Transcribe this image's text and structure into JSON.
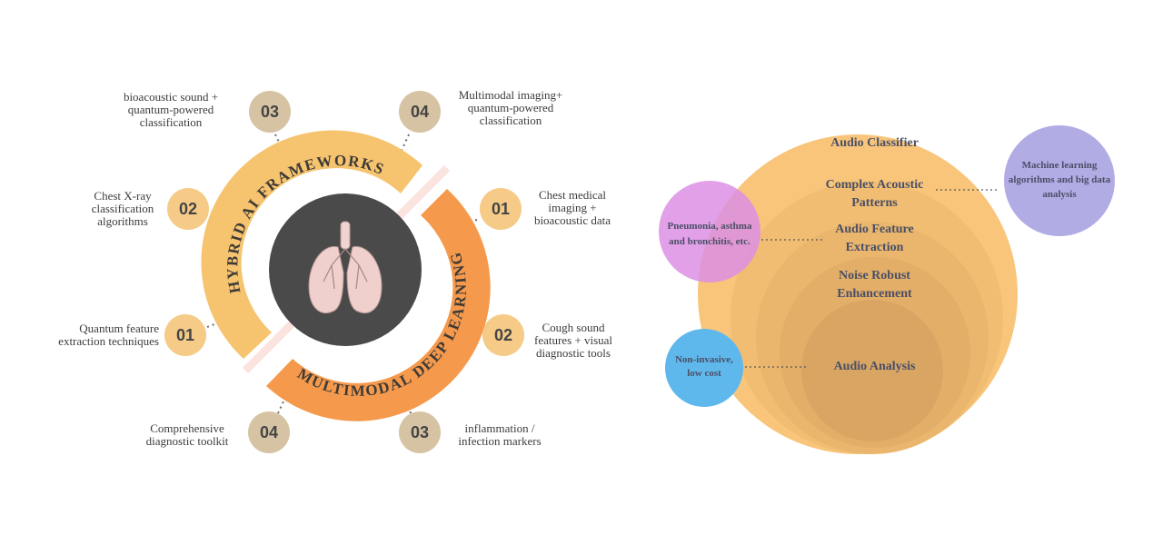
{
  "left_panel": {
    "ring_top_text": "HYBRID AI FRAMEWORKS",
    "ring_bottom_text": "MULTIMODAL DEEP LEARNING",
    "center_icon": "lungs-icon",
    "hybrid_items": [
      {
        "num": "01",
        "text": "Quantum feature\nextraction techniques"
      },
      {
        "num": "02",
        "text": "Chest X-ray\nclassification\nalgorithms"
      },
      {
        "num": "03",
        "text": "bioacoustic sound +\nquantum-powered\nclassification"
      },
      {
        "num": "04",
        "text": "Comprehensive\ndiagnostic toolkit"
      }
    ],
    "multimodal_items": [
      {
        "num": "01",
        "text": "Chest medical\nimaging +\nbioacoustic data"
      },
      {
        "num": "02",
        "text": "Cough sound\nfeatures + visual\ndiagnostic tools"
      },
      {
        "num": "03",
        "text": "inflammation /\ninfection markers"
      },
      {
        "num": "04",
        "text": "Multimodal imaging+\nquantum-powered\nclassification"
      }
    ],
    "colors": {
      "ring_light": "#f6c46f",
      "ring_orange": "#f59a4d",
      "badge_light": "#f6cb88",
      "badge_tan": "#d6c3a3",
      "center_dark": "#4a4a4a"
    }
  },
  "right_panel": {
    "layers": [
      {
        "label": "Audio Classifier"
      },
      {
        "label": "Complex Acoustic\nPatterns"
      },
      {
        "label": "Audio Feature\nExtraction"
      },
      {
        "label": "Noise Robust\nEnhancement"
      },
      {
        "label": "Audio Analysis"
      }
    ],
    "side_bubbles": [
      {
        "label": "Machine learning\nalgorithms and big data\nanalysis",
        "color": "#a59de0"
      },
      {
        "label": "Pneumonia, asthma\nand bronchitis, etc.",
        "color": "#dc8fe4"
      },
      {
        "label": "Non-invasive,\nlow cost",
        "color": "#5fb8ec"
      }
    ],
    "colors": {
      "outer": "#f8c57a",
      "text": "#4a4f66"
    }
  }
}
